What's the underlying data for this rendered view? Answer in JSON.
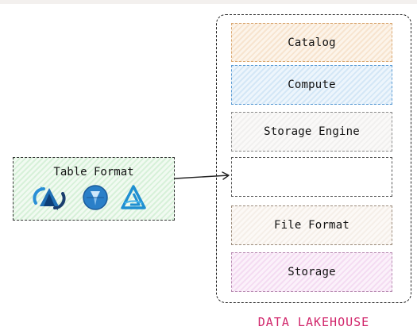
{
  "table_format": {
    "title": "Table Format",
    "icons": [
      "apache-hudi-icon",
      "apache-iceberg-icon",
      "delta-lake-icon"
    ]
  },
  "lakehouse": {
    "label": "DATA LAKEHOUSE",
    "layers": [
      {
        "label": "Catalog",
        "fill": "#f7e4cf"
      },
      {
        "label": "Compute",
        "fill": "#d4e7f6"
      },
      {
        "label": "Storage Engine",
        "fill": "#f1f0ef"
      },
      {
        "label": "",
        "fill": "#ffffff"
      },
      {
        "label": "File Format",
        "fill": "#f5efe9"
      },
      {
        "label": "Storage",
        "fill": "#f4dcf2"
      }
    ]
  },
  "colors": {
    "label_accent": "#d1266b",
    "icon_blue": "#1f6fb5",
    "icon_dark": "#1a3d6e",
    "icon_teal": "#2a8fd6"
  }
}
